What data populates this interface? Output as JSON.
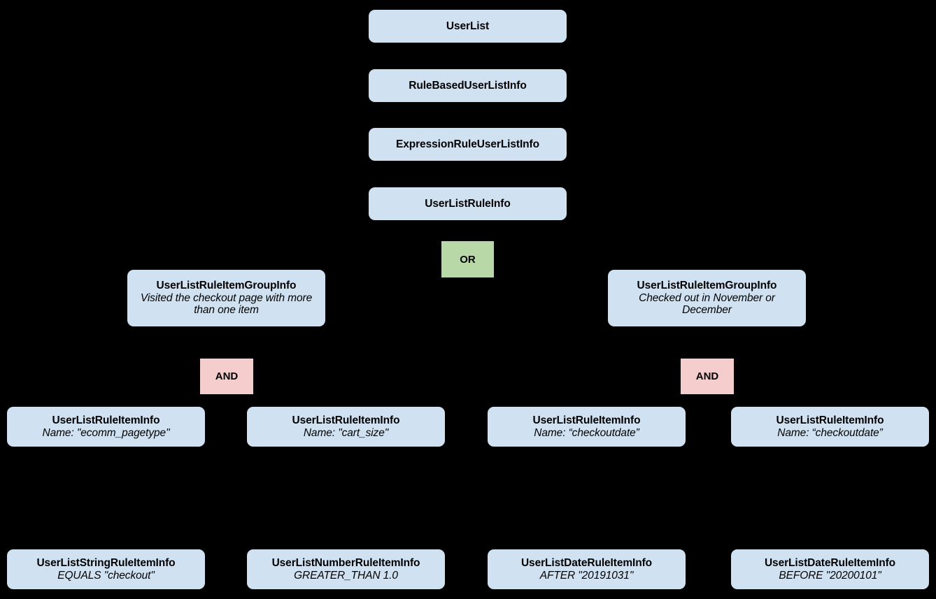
{
  "diagram": {
    "type": "hierarchy-tree",
    "background_color": "#000000",
    "node_fill_color": "#d0e1f2",
    "or_badge_color": "#b9d8a7",
    "and_badge_color": "#f5cdcd",
    "text_color": "#000000"
  },
  "nodes": {
    "user_list": {
      "title": "UserList"
    },
    "rule_based_user_list_info": {
      "title": "RuleBasedUserListInfo"
    },
    "expression_rule_user_list_info": {
      "title": "ExpressionRuleUserListInfo"
    },
    "user_list_rule_info": {
      "title": "UserListRuleInfo"
    },
    "group_left": {
      "title": "UserListRuleItemGroupInfo",
      "subtitle": "Visited the checkout page with more than one item"
    },
    "group_right": {
      "title": "UserListRuleItemGroupInfo",
      "subtitle": "Checked out in November or December"
    },
    "item_1": {
      "title": "UserListRuleItemInfo",
      "subtitle": "Name: \"ecomm_pagetype\""
    },
    "item_2": {
      "title": "UserListRuleItemInfo",
      "subtitle": "Name: \"cart_size\""
    },
    "item_3": {
      "title": "UserListRuleItemInfo",
      "subtitle": "Name: “checkoutdate”"
    },
    "item_4": {
      "title": "UserListRuleItemInfo",
      "subtitle": "Name: “checkoutdate”"
    },
    "leaf_1": {
      "title": "UserListStringRuleItemInfo",
      "subtitle": "EQUALS \"checkout\""
    },
    "leaf_2": {
      "title": "UserListNumberRuleItemInfo",
      "subtitle": "GREATER_THAN 1.0"
    },
    "leaf_3": {
      "title": "UserListDateRuleItemInfo",
      "subtitle": "AFTER \"20191031\""
    },
    "leaf_4": {
      "title": "UserListDateRuleItemInfo",
      "subtitle": "BEFORE \"20200101\""
    }
  },
  "operators": {
    "or": {
      "label": "OR"
    },
    "and_left": {
      "label": "AND"
    },
    "and_right": {
      "label": "AND"
    }
  }
}
